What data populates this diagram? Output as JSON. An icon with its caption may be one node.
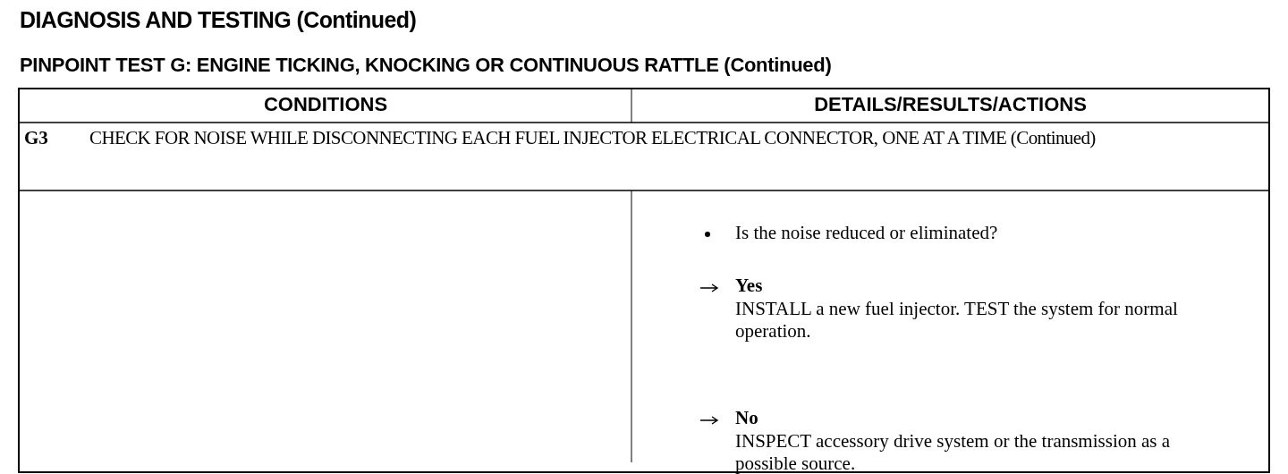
{
  "diagram": {
    "title": "DIAGNOSIS AND TESTING (Continued)",
    "labels": [
      "PINPOINT TEST G: ENGINE TICKING, KNOCKING OR CONTINUOUS RATTLE (Continued)",
      "CONDITIONS",
      "DETAILS/RESULTS/ACTIONS",
      "G3",
      "CHECK FOR NOISE WHILE DISCONNECTING EACH FUEL INJECTOR ELECTRICAL CONNECTOR, ONE AT A TIME (Continued)",
      "Is the noise reduced or eliminated?",
      "Yes",
      "INSTALL a new fuel injector. TEST the system for normal operation.",
      "No",
      "INSPECT accessory drive system or the transmission as a possible source."
    ]
  }
}
